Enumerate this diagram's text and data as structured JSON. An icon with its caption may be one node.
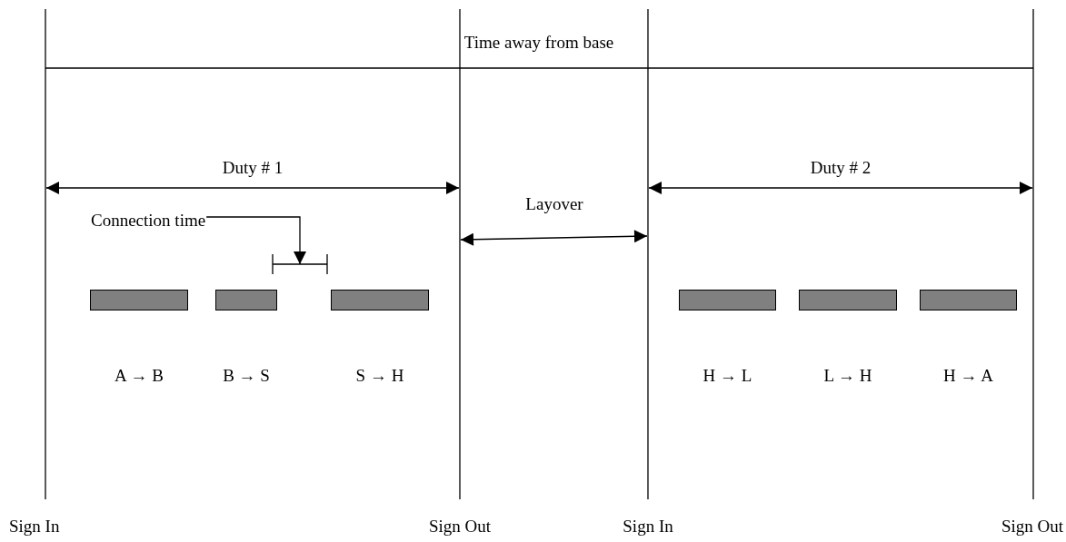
{
  "diagram": {
    "nodes": [
      {
        "text": [
          "Connection time"
        ]
      },
      {
        "text": [],
        "shape": "bracket"
      },
      {
        "text": [],
        "shape": "bar",
        "beside": [
          "A → B"
        ]
      },
      {
        "text": [],
        "shape": "bar",
        "beside": [
          "B → S"
        ]
      },
      {
        "text": [],
        "shape": "bar",
        "beside": [
          "S → H"
        ]
      },
      {
        "text": [],
        "shape": "bar",
        "beside": [
          "H → L"
        ]
      },
      {
        "text": [],
        "shape": "bar",
        "beside": [
          "L → H"
        ]
      },
      {
        "text": [],
        "shape": "bar",
        "beside": [
          "H → A"
        ]
      }
    ],
    "edges": [
      {
        "from": 0,
        "to": 1,
        "arrow": "to"
      }
    ],
    "labels": [
      "Time away from base",
      "Duty # 1",
      "Layover",
      "Duty # 2",
      "Sign In",
      "Sign Out",
      "Sign In",
      "Sign Out"
    ]
  }
}
